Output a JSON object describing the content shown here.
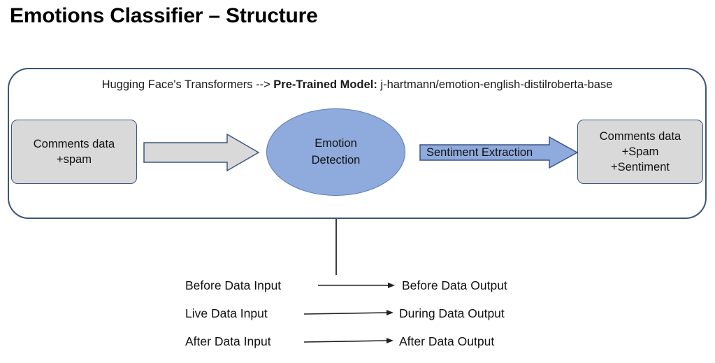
{
  "title": "Emotions Classifier – Structure",
  "pipeline": {
    "caption_prefix": "Hugging Face's Transformers --> ",
    "caption_strong": "Pre-Trained Model:",
    "caption_model": " j-hartmann/emotion-english-distilroberta-base",
    "input_box": {
      "line1": "Comments data",
      "line2": "+spam"
    },
    "process_node": {
      "line1": "Emotion",
      "line2": "Detection"
    },
    "output_box": {
      "line1": "Comments data",
      "line2": "+Spam",
      "line3": "+Sentiment"
    },
    "gray_arrow_label": "",
    "sentiment_arrow_label": "Sentiment Extraction"
  },
  "timing": {
    "rows": [
      {
        "input": "Before Data Input",
        "output": "Before Data Output"
      },
      {
        "input": "Live Data Input",
        "output": "During Data Output"
      },
      {
        "input": "After Data Input",
        "output": "After Data Output"
      }
    ]
  },
  "colors": {
    "container_border": "#3B5480",
    "box_fill": "#D9D9D9",
    "box_border": "#3B5480",
    "accent_blue": "#8FAADC",
    "accent_blue_border": "#5B7BB4",
    "line": "#3d3d3d",
    "text": "#111111"
  }
}
